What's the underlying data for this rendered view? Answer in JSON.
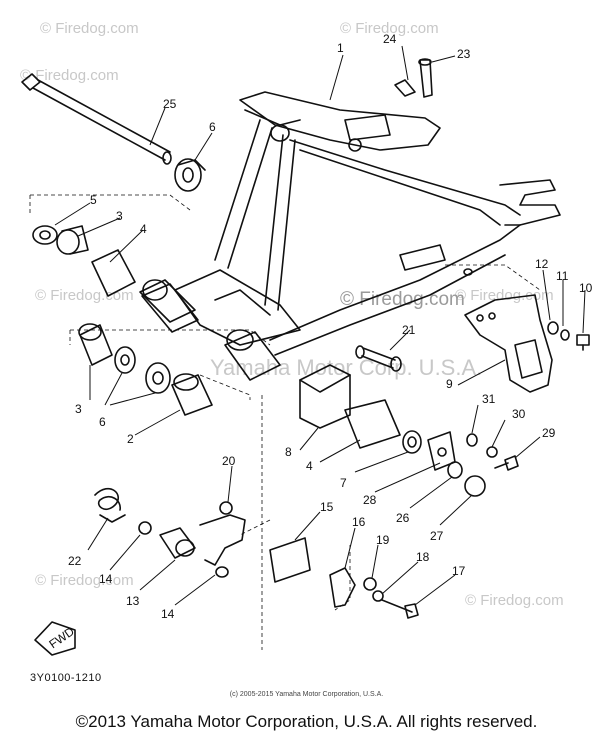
{
  "watermark": {
    "site": "© Firedog.com",
    "prominent": "© Firedog.com",
    "faint_line": "Yamaha Motor Corp. U.S.A."
  },
  "diagram": {
    "code": "3Y0100-1210",
    "fwd_label": "FWD",
    "callouts": [
      "1",
      "2",
      "3",
      "3",
      "4",
      "4",
      "5",
      "6",
      "6",
      "7",
      "8",
      "9",
      "10",
      "11",
      "12",
      "13",
      "14",
      "14",
      "15",
      "16",
      "17",
      "18",
      "19",
      "20",
      "21",
      "22",
      "23",
      "24",
      "25",
      "26",
      "27",
      "28",
      "29",
      "30",
      "31"
    ]
  },
  "copyright": {
    "small": "(c) 2005-2015 Yamaha Motor Corporation, U.S.A.",
    "main": "©2013 Yamaha Motor Corporation, U.S.A. All rights reserved."
  }
}
